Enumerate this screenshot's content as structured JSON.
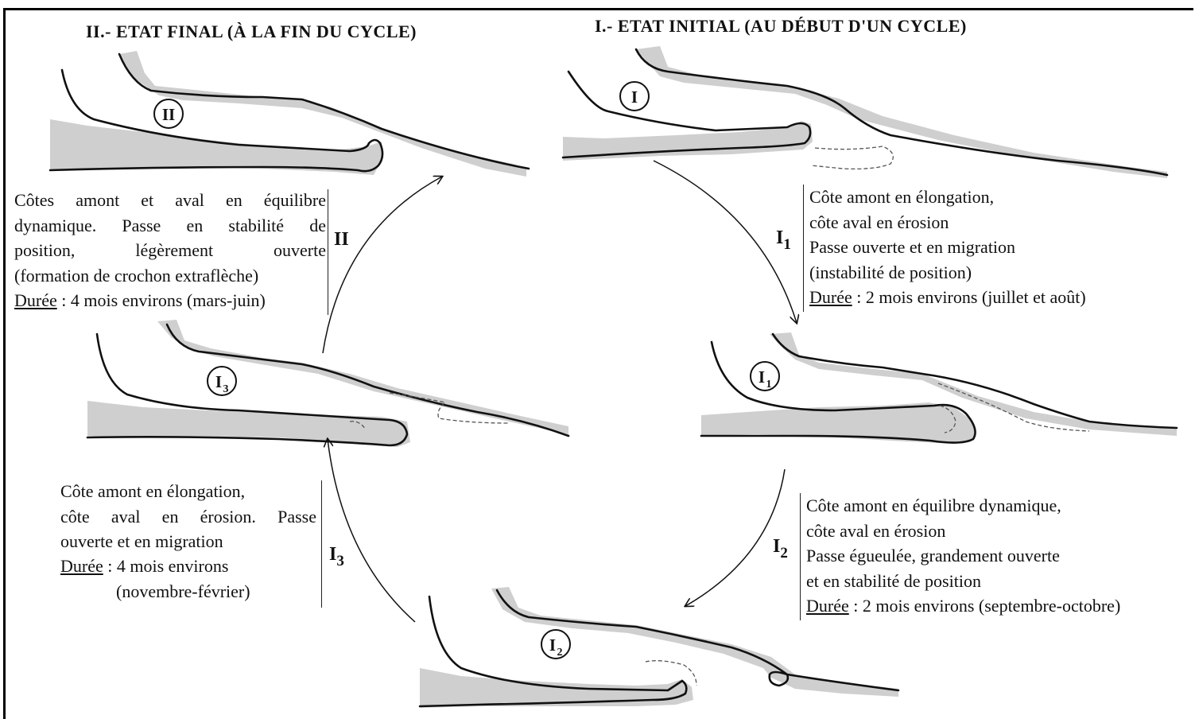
{
  "titles": {
    "final": "II.- ETAT FINAL (À LA FIN DU CYCLE)",
    "initial": "I.- ETAT INITIAL (AU DÉBUT D'UN CYCLE)"
  },
  "stages": {
    "II": {
      "badge": "II"
    },
    "I": {
      "badge": "I"
    },
    "I1": {
      "badge_main": "I",
      "badge_sub": "1"
    },
    "I2": {
      "badge_main": "I",
      "badge_sub": "2"
    },
    "I3": {
      "badge_main": "I",
      "badge_sub": "3"
    }
  },
  "transitions": {
    "II": {
      "label": "II",
      "lines": [
        "Côtes amont et aval en équilibre",
        "dynamique. Passe en stabilité de",
        "position, légèrement ouverte",
        "(formation de crochon extraflèche)"
      ],
      "duration_label": "Durée",
      "duration_text": " : 4 mois environs (mars-juin)"
    },
    "I1": {
      "label_main": "I",
      "label_sub": "1",
      "lines": [
        "Côte amont en élongation,",
        "côte aval en érosion",
        "Passe ouverte et en migration",
        "(instabilité de position)"
      ],
      "duration_label": "Durée",
      "duration_text": " : 2 mois environs (juillet et août)"
    },
    "I2": {
      "label_main": "I",
      "label_sub": "2",
      "lines": [
        "Côte amont en équilibre dynamique,",
        "côte aval en érosion",
        "Passe égueulée, grandement ouverte",
        "et en stabilité de position"
      ],
      "duration_label": "Durée",
      "duration_text": " : 2 mois environs (septembre-octobre)"
    },
    "I3": {
      "label_main": "I",
      "label_sub": "3",
      "lines": [
        "Côte amont en élongation,",
        "côte aval en érosion. Passe",
        "ouverte et en migration"
      ],
      "duration_label": "Durée",
      "duration_text": " : 4 mois environs",
      "duration_line2": "(novembre-février)"
    }
  },
  "colors": {
    "land": "#cfcfcf",
    "line": "#111111",
    "dashed": "#555555"
  }
}
